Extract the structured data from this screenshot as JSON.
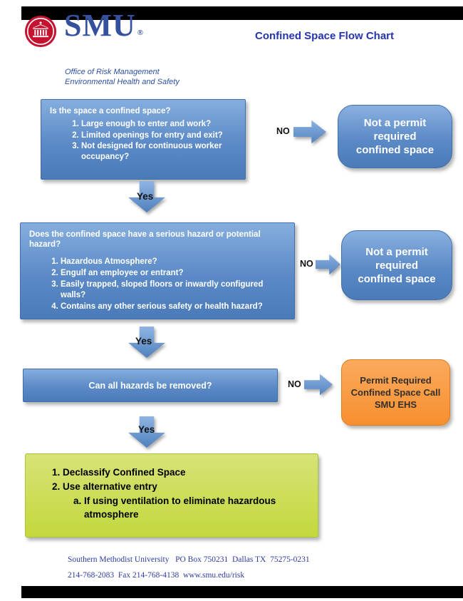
{
  "header": {
    "logo_text": "SMU",
    "logo_mark": "®",
    "title": "Confined Space Flow Chart",
    "office_line1": "Office of Risk Management",
    "office_line2": "Environmental Health and Safety"
  },
  "flow": {
    "no_label": "NO",
    "yes_label": "Yes",
    "box1": {
      "title": "Is the space a confined space?",
      "items": [
        "Large enough to enter and work?",
        "Limited openings for entry and exit?",
        "Not designed for continuous worker occupancy?"
      ]
    },
    "result1": "Not a permit required confined space",
    "box2": {
      "title": "Does the confined space have a serious hazard or potential hazard?",
      "items": [
        "Hazardous Atmosphere?",
        "Engulf an employee or entrant?",
        "Easily trapped, sloped floors or inwardly configured walls?",
        "Contains any other serious safety or health hazard?"
      ]
    },
    "result2": "Not a permit required confined space",
    "box3": {
      "title": "Can all hazards be removed?"
    },
    "result3": "Permit Required Confined Space Call SMU EHS",
    "green_box": {
      "items": [
        "Declassify Confined Space",
        "Use alternative entry"
      ],
      "sub_item": "If using ventilation to eliminate hazardous atmosphere"
    }
  },
  "footer": {
    "line1": "Southern Methodist University   PO Box 750231  Dallas TX  75275-0231",
    "line2": "214-768-2083  Fax 214-768-4138  www.smu.edu/risk"
  },
  "colors": {
    "smu_red": "#c41230",
    "smu_blue": "#35519e",
    "title_blue": "#2433b0",
    "box_blue_top": "#86aede",
    "box_blue_bottom": "#4a7ab8",
    "orange_top": "#fbaa5e",
    "orange_bottom": "#f78f2e",
    "green_top": "#d7e377",
    "green_bottom": "#c3d83c",
    "bar_black": "#000000"
  }
}
